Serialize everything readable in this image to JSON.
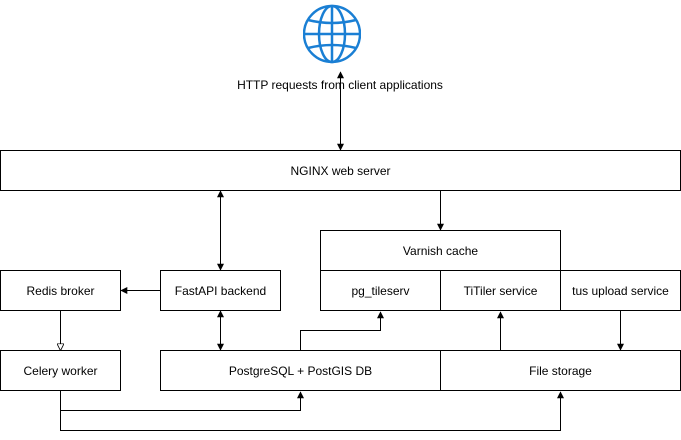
{
  "globe_caption": "HTTP requests from client applications",
  "nodes": {
    "nginx": "NGINX web server",
    "varnish": "Varnish cache",
    "redis": "Redis broker",
    "fastapi": "FastAPI backend",
    "pg_tileserv": "pg_tileserv",
    "titiler": "TiTiler service",
    "tus": "tus upload service",
    "celery": "Celery worker",
    "postgres": "PostgreSQL + PostGIS DB",
    "file_storage": "File storage"
  },
  "icons": {
    "globe": "globe-icon"
  },
  "colors": {
    "globe_stroke": "#1a7fd4",
    "line": "#000000"
  }
}
